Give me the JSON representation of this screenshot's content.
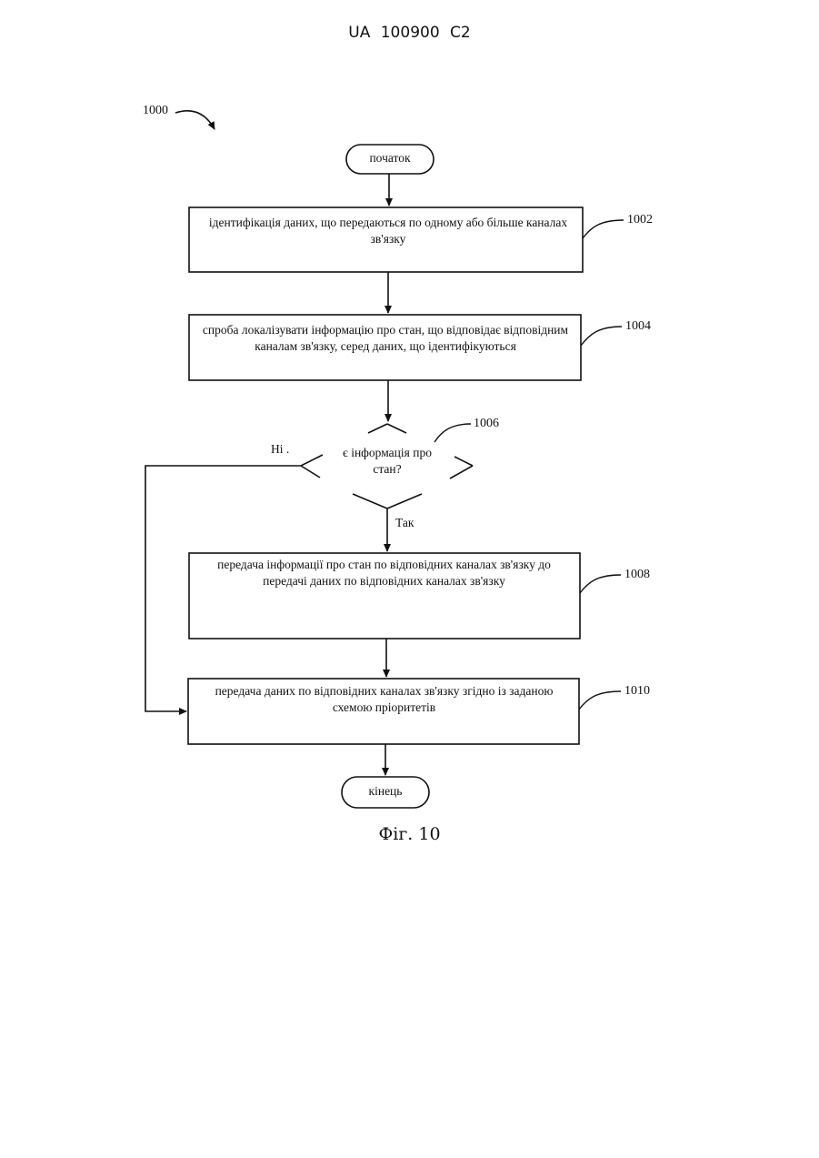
{
  "header": {
    "doc_id": "UA  100900  C2"
  },
  "figure": {
    "number_label": "1000",
    "caption": "Фіг. 10",
    "start_label": "початок",
    "end_label": "кінець",
    "steps": [
      {
        "ref": "1002",
        "text": "ідентифікація даних, що передаються по одному або більше каналах зв'язку"
      },
      {
        "ref": "1004",
        "text": "спроба локалізувати інформацію про стан, що відповідає відповідним каналам зв'язку, серед даних, що ідентифікуються"
      },
      {
        "ref": "1008",
        "text": "передача інформації про стан по відповідних каналах зв'язку до передачі даних по відповідних каналах зв'язку"
      },
      {
        "ref": "1010",
        "text": "передача даних по відповідних каналах зв'язку згідно із заданою схемою пріоритетів"
      }
    ],
    "decision": {
      "ref": "1006",
      "text": "є інформація про стан?",
      "no_label": "Ні .",
      "yes_label": "Так"
    }
  }
}
